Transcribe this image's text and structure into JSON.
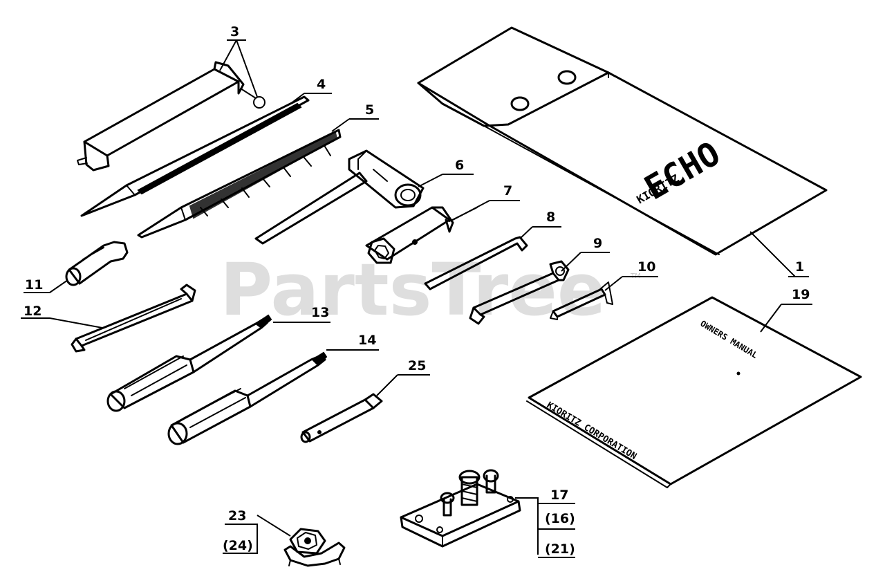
{
  "watermark": {
    "text": "PartsTree",
    "trademark": "TM"
  },
  "callouts": {
    "c1": "1",
    "c3": "3",
    "c4": "4",
    "c5": "5",
    "c6": "6",
    "c7": "7",
    "c8": "8",
    "c9": "9",
    "c10": "10",
    "c11": "11",
    "c12": "12",
    "c13": "13",
    "c14": "14",
    "c17": "17",
    "c16": "(16)",
    "c21": "(21)",
    "c19": "19",
    "c23": "23",
    "c24": "(24)",
    "c25": "25"
  },
  "printed": {
    "pouch_brand": "ECHO",
    "pouch_maker": "KIORITZ",
    "manual_title": "OWNERS MANUAL",
    "manual_maker": "KIORITZ CORPORATION"
  },
  "colors": {
    "ink": "#000000",
    "background": "#ffffff",
    "watermark": "#9a9a9a"
  }
}
